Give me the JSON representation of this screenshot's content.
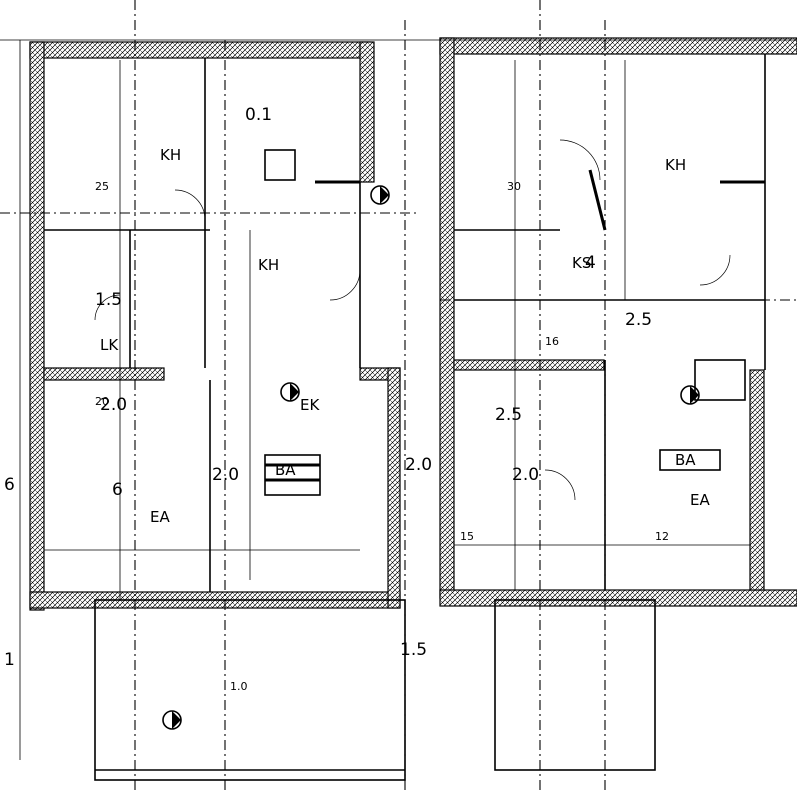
{
  "drawing": {
    "labels": {
      "room_kh_left": "KH",
      "room_kh_mid": "KH",
      "room_kh_right": "KH",
      "room_ba_left": "BA",
      "room_ba_right": "BA",
      "room_ek": "EK",
      "room_lk": "LK",
      "room_ea_left": "EA",
      "room_ea_right": "EA",
      "room_ks": "KS",
      "dim_a": "2.0",
      "dim_b": "1.5",
      "dim_c": "2.5",
      "dim_d": "2.0",
      "dim_e": "2.0",
      "dim_f": "1.5",
      "dim_g": "6",
      "dim_h": "1",
      "dim_i": "6",
      "dim_j": "0.1",
      "dim_k": "2.5",
      "dim_l": "4",
      "dim_m": "25",
      "dim_n": "20",
      "dim_o": "30",
      "dim_p": "16",
      "dim_q": "15",
      "dim_r": "12",
      "dim_s": "2.0",
      "dim_t": "1.0"
    }
  }
}
